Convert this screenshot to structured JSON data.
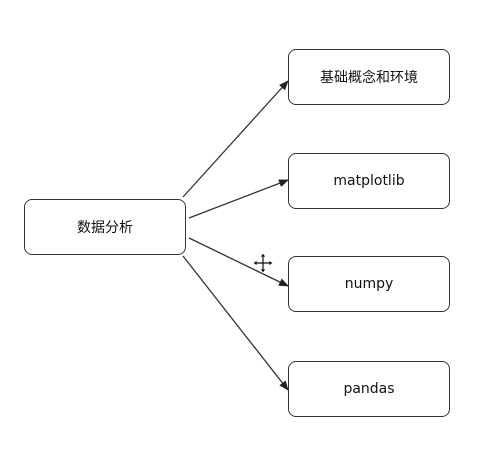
{
  "diagram": {
    "root": {
      "label": "数据分析"
    },
    "branches": [
      {
        "label": "基础概念和环境"
      },
      {
        "label": "matplotlib"
      },
      {
        "label": "numpy"
      },
      {
        "label": "pandas"
      }
    ],
    "colors": {
      "stroke": "#333333",
      "text": "#111111",
      "background": "#ffffff"
    },
    "cursor_icon": "move-cursor-icon"
  }
}
